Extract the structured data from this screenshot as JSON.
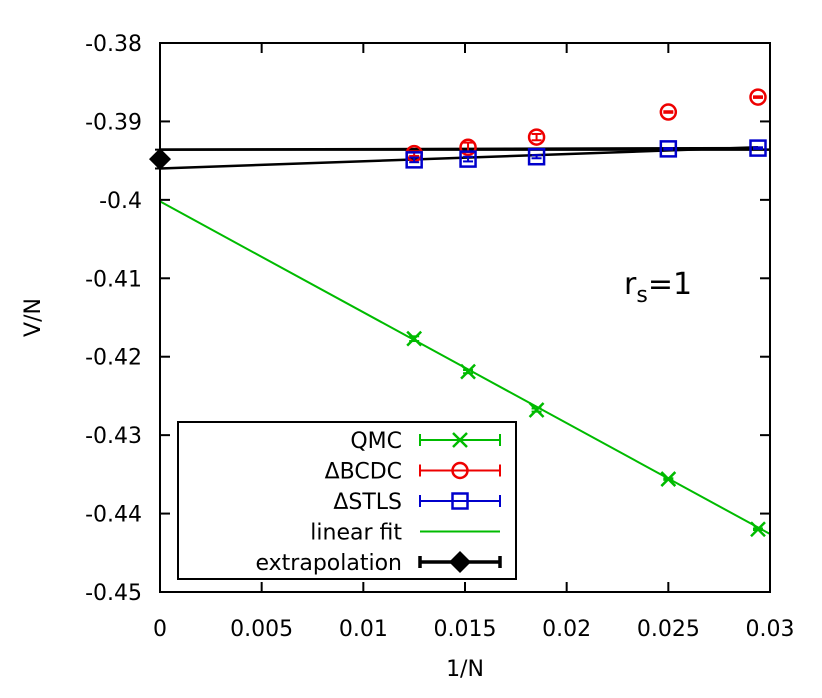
{
  "chart_data": {
    "type": "scatter",
    "xlabel": "1/N",
    "ylabel": "V/N",
    "xlim": [
      0,
      0.03
    ],
    "ylim": [
      -0.45,
      -0.38
    ],
    "xticks": [
      0,
      0.005,
      0.01,
      0.015,
      0.02,
      0.025,
      0.03
    ],
    "xtick_labels": [
      "0",
      "0.005",
      "0.01",
      "0.015",
      "0.02",
      "0.025",
      "0.03"
    ],
    "yticks": [
      -0.45,
      -0.44,
      -0.43,
      -0.42,
      -0.41,
      -0.4,
      -0.39,
      -0.38
    ],
    "ytick_labels": [
      "-0.45",
      "-0.44",
      "-0.43",
      "-0.42",
      "-0.41",
      "-0.4",
      "-0.39",
      "-0.38"
    ],
    "legend_position": "bottom-left",
    "annotation": {
      "base": "r",
      "sub": "s",
      "tail": "=1"
    },
    "series": [
      {
        "name": "QMC",
        "marker": "x",
        "color": "#00bb00",
        "x": [
          0.0125,
          0.01515,
          0.01852,
          0.025,
          0.02941
        ],
        "y": [
          -0.4177,
          -0.4219,
          -0.4268,
          -0.4356,
          -0.442
        ],
        "err": [
          0.0003,
          0.0002,
          0.0002,
          0.0001,
          0.0001
        ]
      },
      {
        "name": "ΔBCDC",
        "marker": "circle",
        "color": "#ee0000",
        "x": [
          0.0125,
          0.01515,
          0.01852,
          0.025,
          0.02941
        ],
        "y": [
          -0.3941,
          -0.3933,
          -0.392,
          -0.3888,
          -0.3869
        ],
        "err": [
          0.0003,
          0.0006,
          0.0004,
          0.0001,
          0.0001
        ]
      },
      {
        "name": "ΔSTLS",
        "marker": "square",
        "color": "#0000cc",
        "x": [
          0.0125,
          0.01515,
          0.01852,
          0.025,
          0.02941
        ],
        "y": [
          -0.3949,
          -0.3948,
          -0.3945,
          -0.3935,
          -0.3934
        ],
        "err": [
          0.0003,
          0.0003,
          0.0002,
          0.0001,
          0.0001
        ]
      },
      {
        "name": "linear fit",
        "marker": "line",
        "color": "#00bb00",
        "x": [
          0,
          0.03
        ],
        "y": [
          -0.4002,
          -0.4426
        ]
      },
      {
        "name": "extrapolation",
        "marker": "diamond",
        "color": "#000000",
        "x": [
          0
        ],
        "y": [
          -0.3948
        ],
        "err": [
          0.0012
        ]
      }
    ]
  }
}
